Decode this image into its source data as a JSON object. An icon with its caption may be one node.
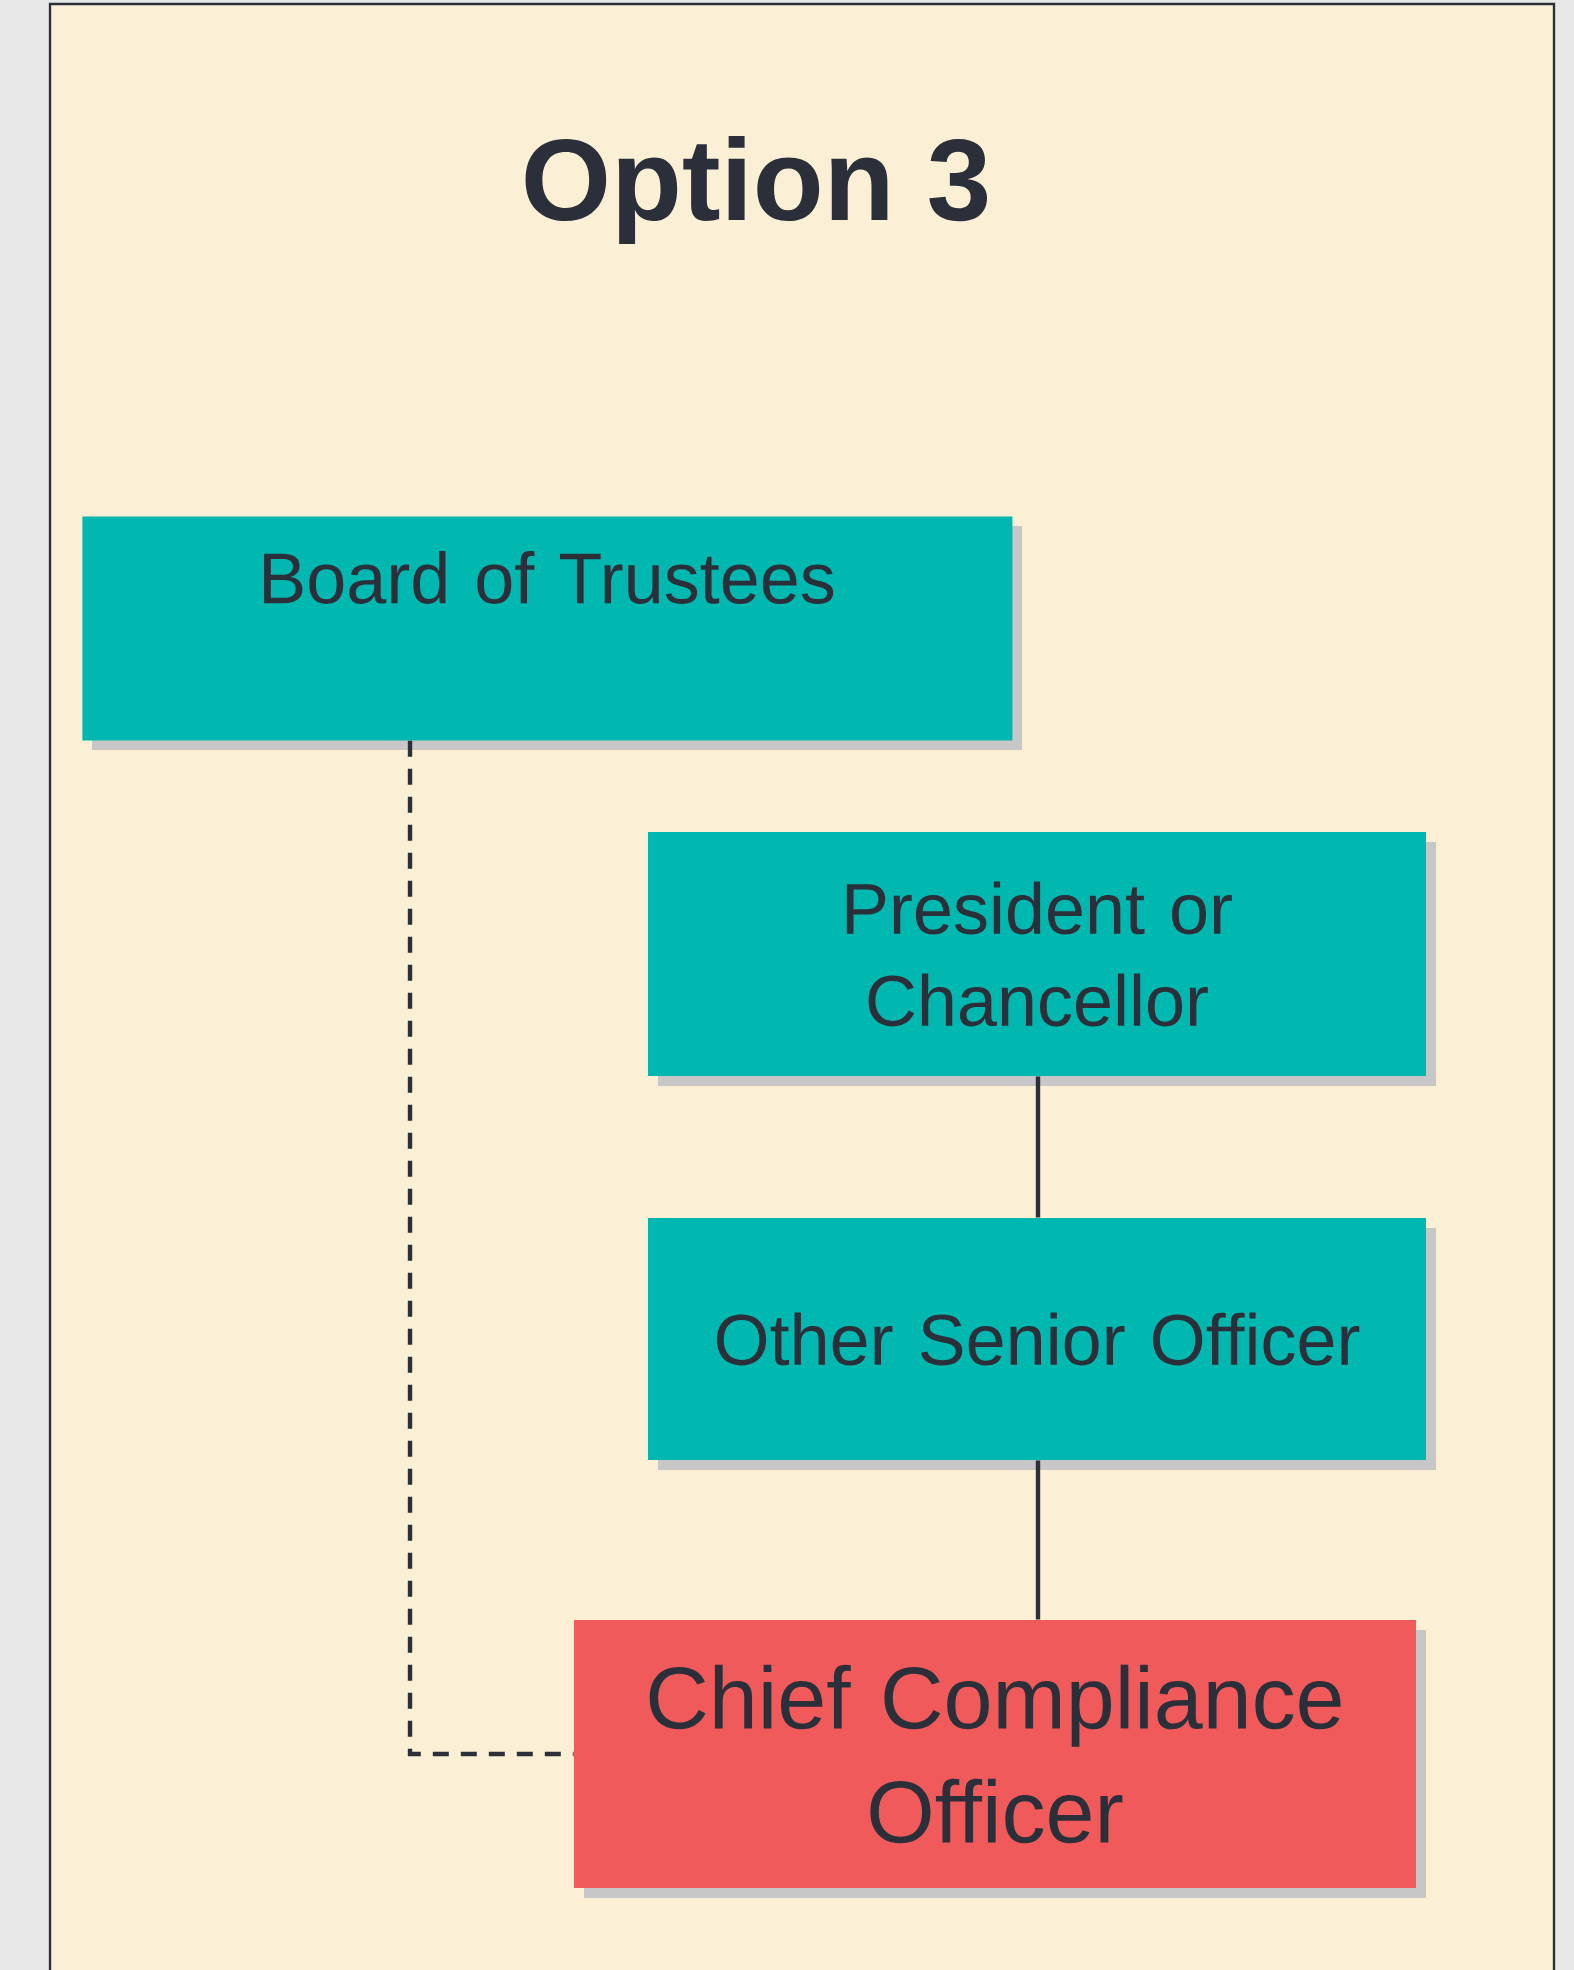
{
  "diagram": {
    "title": "Option 3",
    "nodes": [
      {
        "text": [
          "Board of Trustees"
        ]
      },
      {
        "text": [
          "President or Chancellor"
        ]
      },
      {
        "text": [
          "Other Senior Officer"
        ]
      },
      {
        "text": [
          "Chief Compliance Officer"
        ]
      }
    ],
    "edges": [
      {
        "from": 1,
        "to": 2,
        "arrow": "none"
      },
      {
        "from": 2,
        "to": 3,
        "arrow": "none"
      },
      {
        "from": 0,
        "to": 3,
        "arrow": "none",
        "style": "dashed"
      }
    ]
  }
}
